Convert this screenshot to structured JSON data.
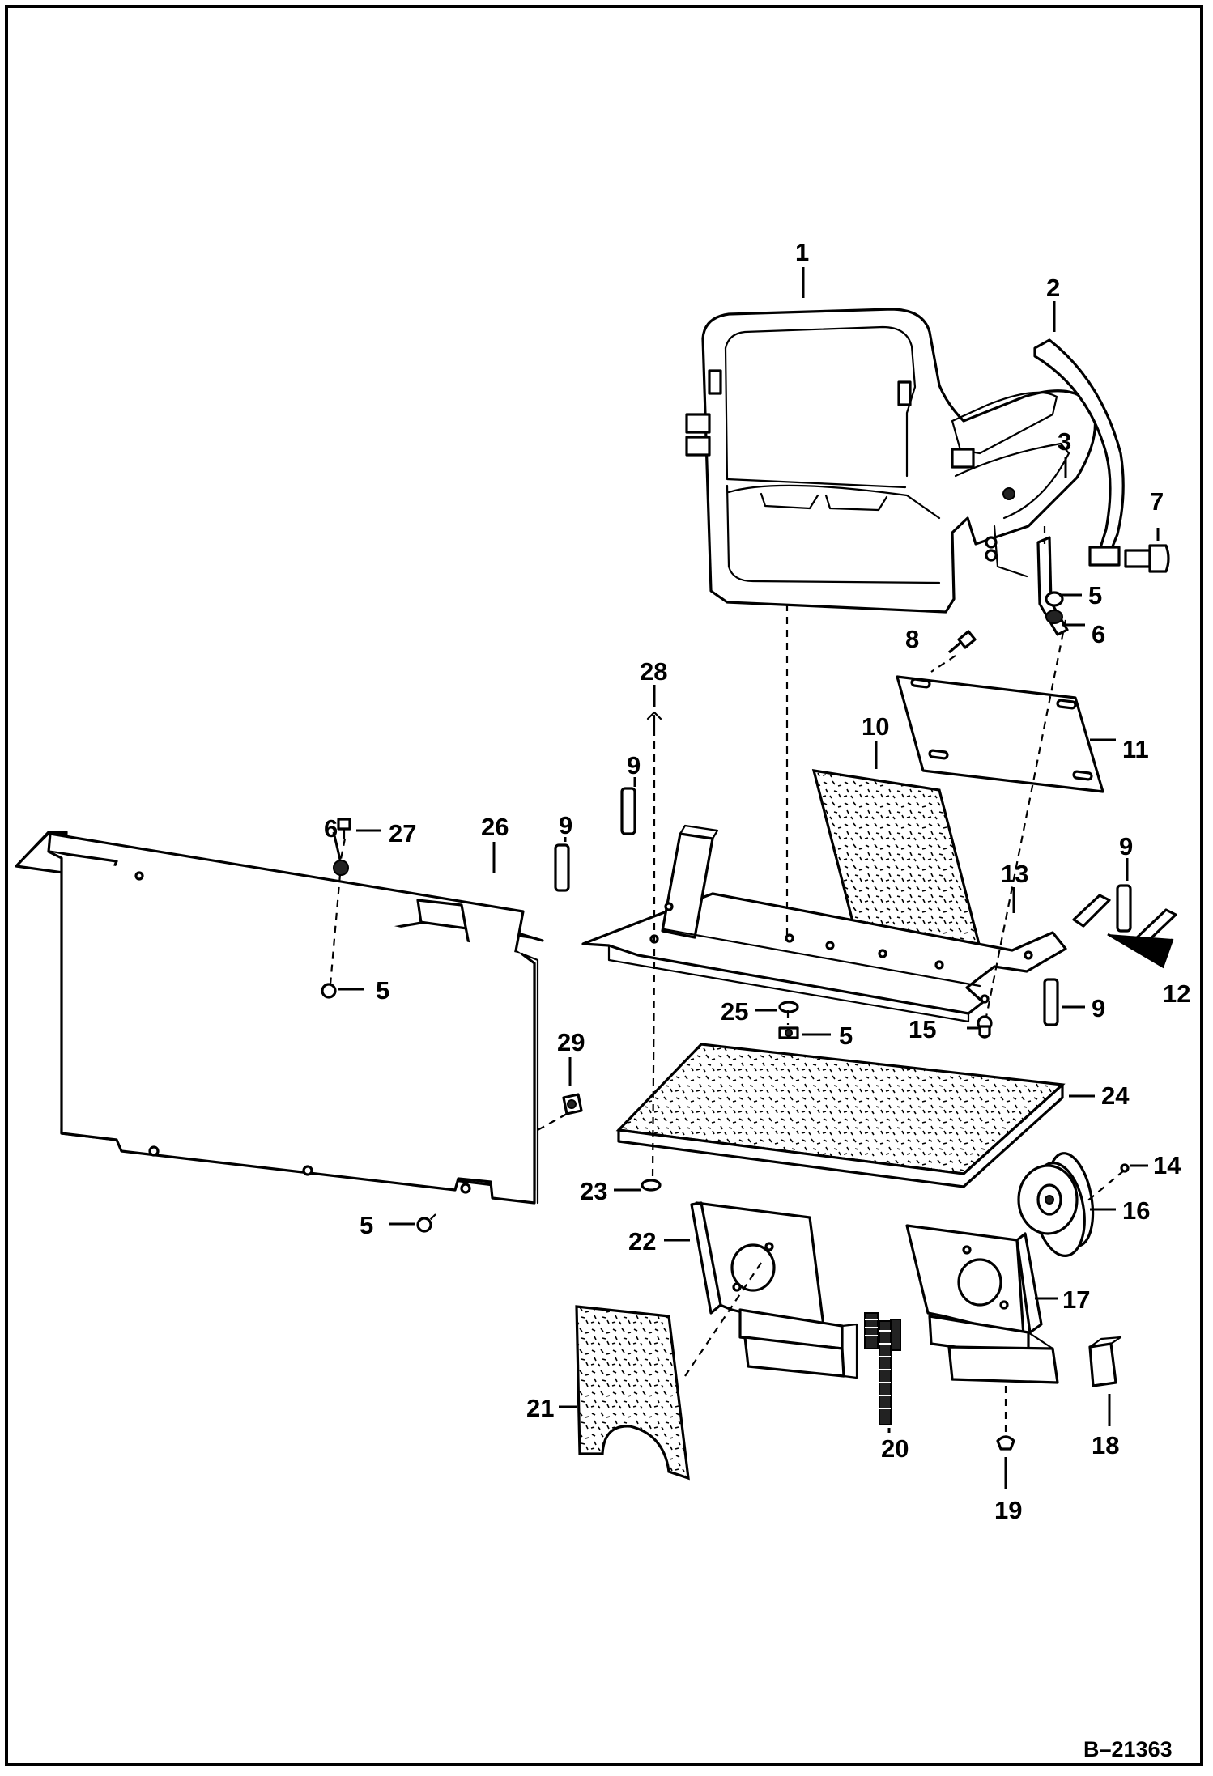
{
  "drawing_number": "B–21363",
  "callouts": {
    "c1": "1",
    "c2": "2",
    "c3": "3",
    "c5a": "5",
    "c5b": "5",
    "c5c": "5",
    "c5d": "5",
    "c6a": "6",
    "c6b": "6",
    "c7": "7",
    "c8": "8",
    "c9a": "9",
    "c9b": "9",
    "c9c": "9",
    "c9d": "9",
    "c10": "10",
    "c11": "11",
    "c12": "12",
    "c13": "13",
    "c14": "14",
    "c15": "15",
    "c16": "16",
    "c17": "17",
    "c18": "18",
    "c19": "19",
    "c20": "20",
    "c21": "21",
    "c22": "22",
    "c23": "23",
    "c24": "24",
    "c25": "25",
    "c26": "26",
    "c27": "27",
    "c28": "28",
    "c29": "29"
  }
}
